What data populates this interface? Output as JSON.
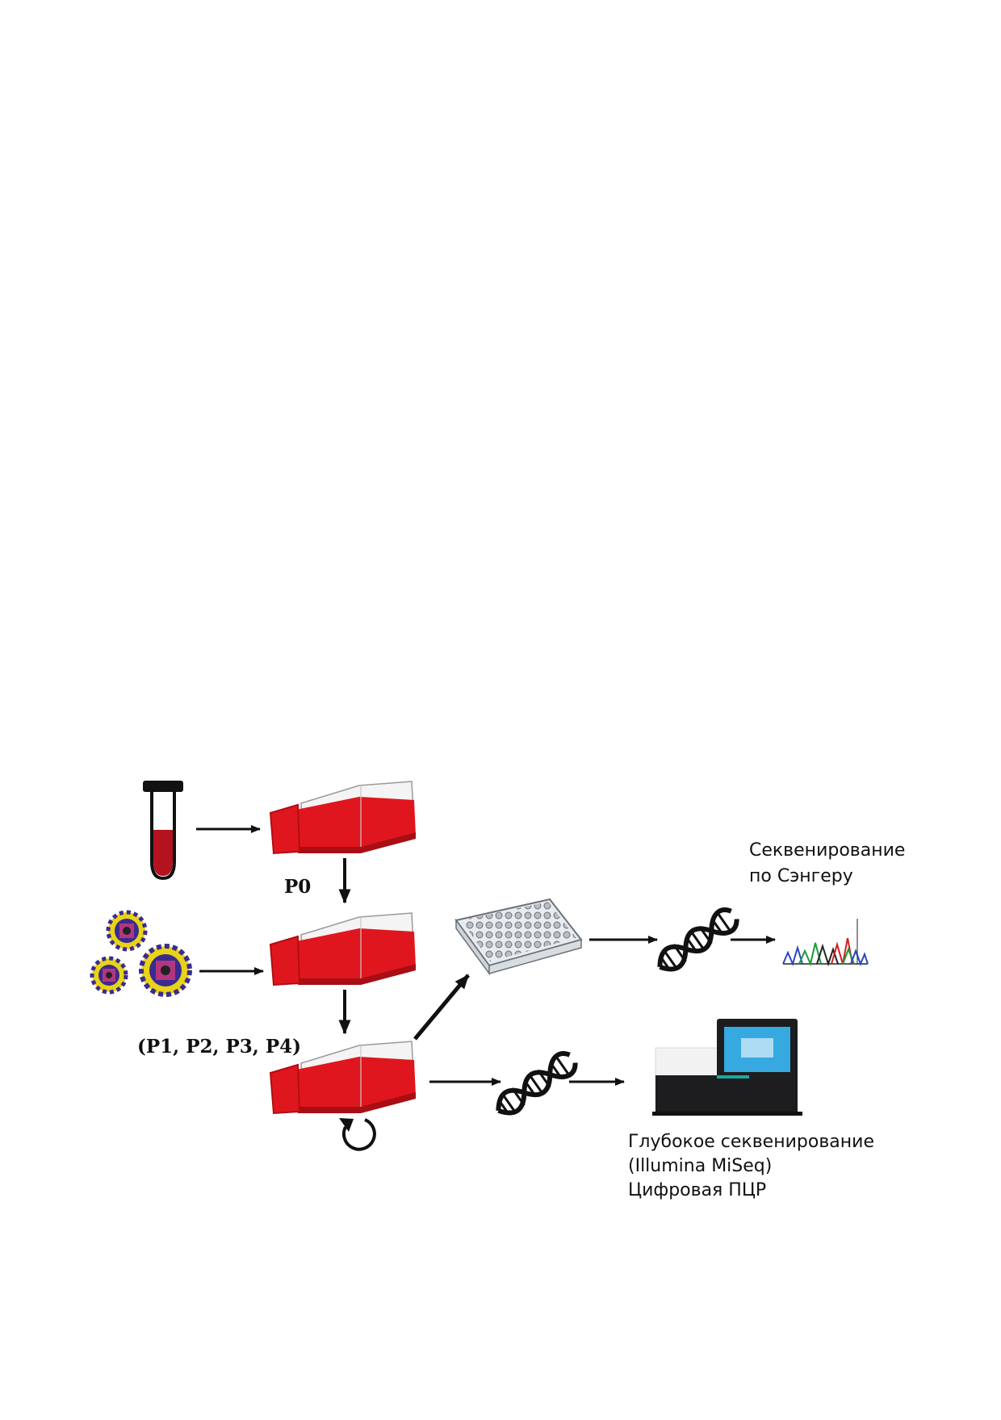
{
  "labels": {
    "p0": "P0",
    "passages": "(P1, P2, P3, P4)",
    "sanger_line1": "Секвенирование",
    "sanger_line2": "по Сэнгеру",
    "deep_line1": "Глубокое секвенирование",
    "deep_line2": "(Illumina MiSeq)",
    "deep_line3": "Цифровая ПЦР"
  },
  "colors": {
    "medium": "#e0161e",
    "medium_dark": "#a80e14",
    "arrow": "#111111",
    "tube_cap": "#111111",
    "blood": "#b3121e",
    "dna": "#111111",
    "chrom_blue": "#2a47c4",
    "chrom_green": "#1a9a3a",
    "chrom_red": "#d11f1f",
    "chrom_black": "#222222",
    "virus_ring": "#e8d21a",
    "virus_body": "#3a2b8f",
    "virus_core": "#d13a7a",
    "sequencer_body": "#1d1d1f",
    "sequencer_screen": "#36a9e1",
    "sequencer_panel": "#f2f2f2",
    "sequencer_accent": "#19a6a1"
  }
}
